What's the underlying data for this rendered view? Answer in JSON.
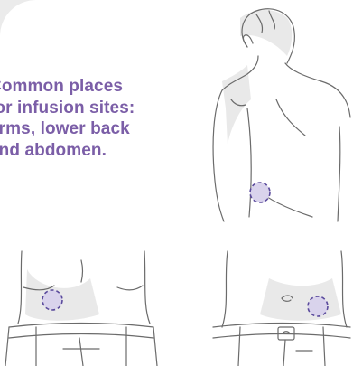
{
  "headline": {
    "lines": [
      "Common places",
      "for infusion sites:",
      "arms, lower back",
      "and abdomen."
    ]
  },
  "colors": {
    "accent": "#7b5ea7",
    "site_fill": "#d9d3ec",
    "site_outline": "#5a4a9c",
    "background": "#ebebeb",
    "card": "#ffffff"
  },
  "illustrations": [
    {
      "name": "upper-arm-back-view",
      "site": "upper arm"
    },
    {
      "name": "lower-back-view",
      "site": "lower back"
    },
    {
      "name": "abdomen-front-view",
      "site": "abdomen"
    }
  ]
}
